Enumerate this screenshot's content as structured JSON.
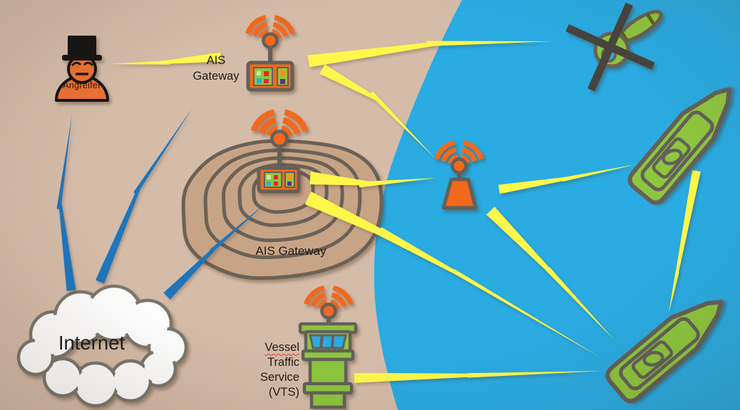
{
  "diagram": {
    "labels": {
      "attacker": "Angreifer",
      "gateway_top": {
        "line1": "AIS",
        "line2": "Gateway"
      },
      "gateway_island": "AIS Gateway",
      "internet": "Internet",
      "vts_lines": [
        "Vessel",
        "Traffic",
        "Service",
        "(VTS)"
      ]
    },
    "nodes": [
      "attacker",
      "internet",
      "ais-gateway-rooftop",
      "ais-gateway-hill",
      "vts-tower",
      "buoy",
      "ship-north",
      "ship-south",
      "helicopter"
    ],
    "links": [
      {
        "from": "ais-gateway-rooftop",
        "to": "attacker",
        "type": "radio"
      },
      {
        "from": "ais-gateway-rooftop",
        "to": "helicopter",
        "type": "radio"
      },
      {
        "from": "ais-gateway-rooftop",
        "to": "buoy",
        "type": "radio"
      },
      {
        "from": "ais-gateway-hill",
        "to": "buoy",
        "type": "radio"
      },
      {
        "from": "ais-gateway-hill",
        "to": "ship-south",
        "type": "radio"
      },
      {
        "from": "buoy",
        "to": "ship-north",
        "type": "radio"
      },
      {
        "from": "buoy",
        "to": "ship-south",
        "type": "radio"
      },
      {
        "from": "ship-north",
        "to": "ship-south",
        "type": "radio"
      },
      {
        "from": "vts-tower",
        "to": "ship-south",
        "type": "radio"
      },
      {
        "from": "internet",
        "to": "attacker",
        "type": "internet"
      },
      {
        "from": "internet",
        "to": "ais-gateway-rooftop",
        "type": "internet"
      },
      {
        "from": "internet",
        "to": "ais-gateway-hill",
        "type": "internet"
      }
    ],
    "colors": {
      "land": "#d5bca9",
      "water": "#2aabe2",
      "island": "#c8a486",
      "signal_yellow": "#fdf74b",
      "internet_blue": "#1e76bd",
      "device_orange": "#f2691d",
      "vehicle_green": "#8dc63f",
      "outline_gray": "#63605a"
    }
  }
}
